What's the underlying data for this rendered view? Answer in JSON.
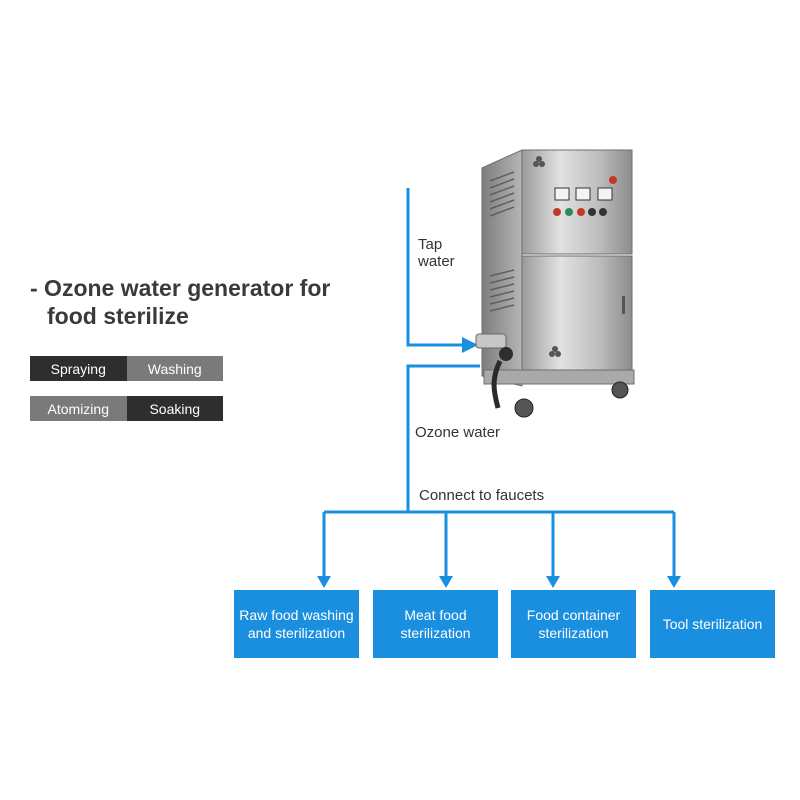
{
  "title": {
    "line1": "- Ozone water generator for",
    "line2": "food sterilize"
  },
  "tags": {
    "row1": [
      "Spraying",
      "Washing"
    ],
    "row2": [
      "Atomizing",
      "Soaking"
    ]
  },
  "flow": {
    "tap_water_line1": "Tap",
    "tap_water_line2": "water",
    "ozone_water": "Ozone water",
    "connect": "Connect to faucets"
  },
  "destinations": [
    {
      "line1": "Raw food washing",
      "line2": "and sterilization"
    },
    {
      "line1": "Meat food",
      "line2": "sterilization"
    },
    {
      "line1": "Food container",
      "line2": "sterilization"
    },
    {
      "line1": "Tool sterilization",
      "line2": ""
    }
  ],
  "colors": {
    "pipe": "#1a8fe0",
    "tag_dark": "#2e2e2e",
    "tag_grey": "#7a7a7a",
    "box": "#1a8fe0"
  }
}
